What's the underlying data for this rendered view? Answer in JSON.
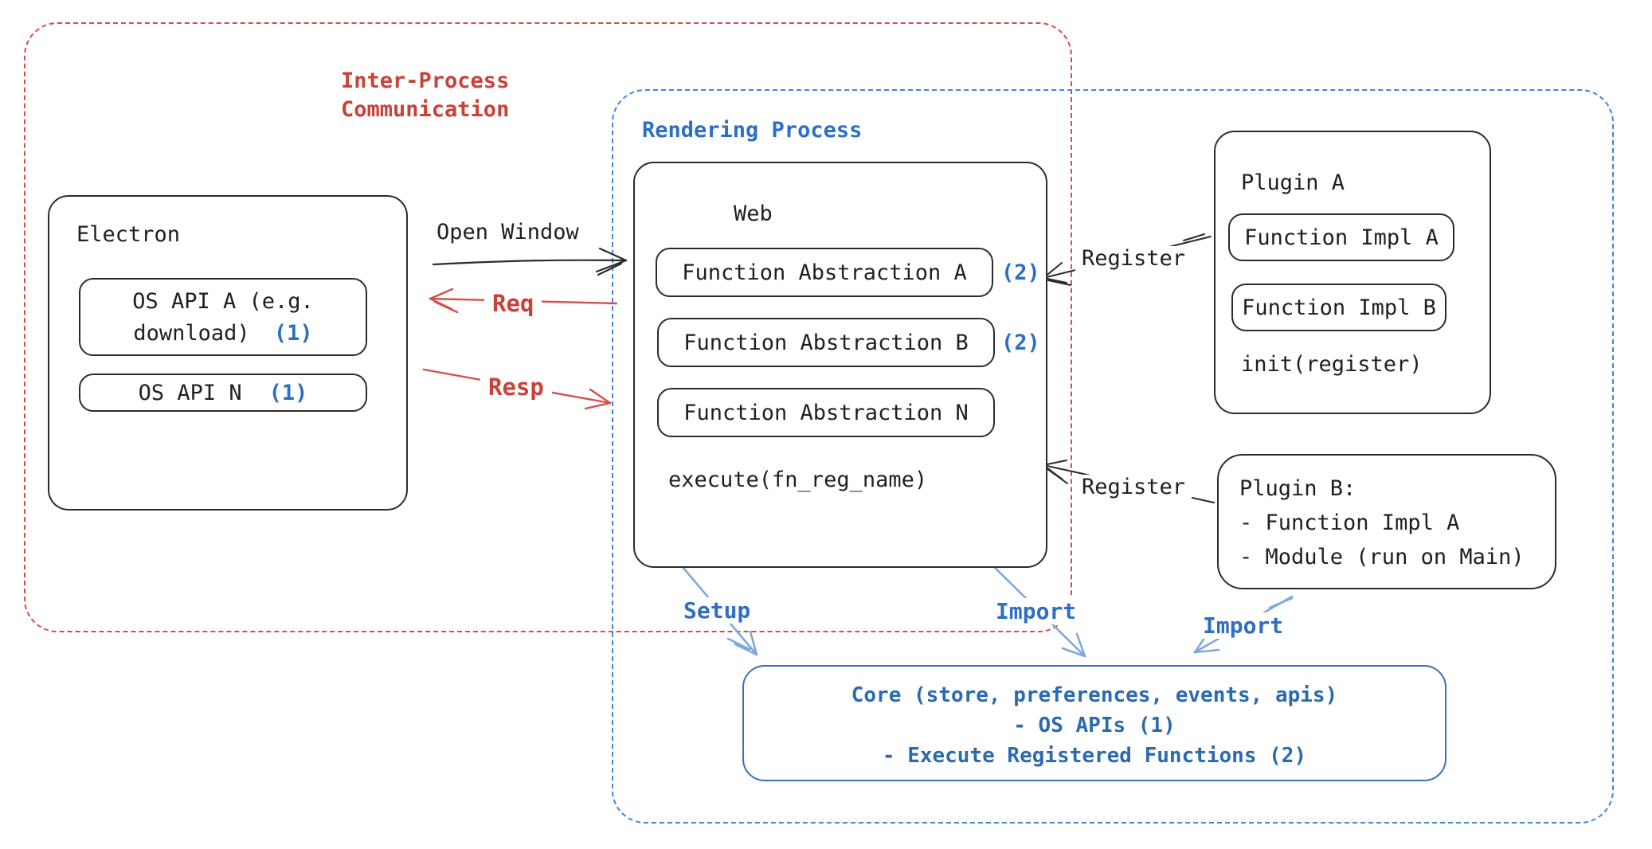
{
  "groups": {
    "ipc": {
      "label": "Inter-Process Communication"
    },
    "rendering": {
      "label": "Rendering Process"
    }
  },
  "electron": {
    "title": "Electron",
    "items": [
      {
        "label": "OS API A (e.g. download)",
        "badge": "(1)"
      },
      {
        "label": "OS API N",
        "badge": "(1)"
      }
    ]
  },
  "web": {
    "title": "Web",
    "items": [
      {
        "label": "Function Abstraction A",
        "badge": "(2)"
      },
      {
        "label": "Function Abstraction B",
        "badge": "(2)"
      },
      {
        "label": "Function Abstraction N",
        "badge": ""
      }
    ],
    "footer": "execute(fn_reg_name)"
  },
  "plugin_a": {
    "title": "Plugin A",
    "items": [
      {
        "label": "Function Impl A"
      },
      {
        "label": "Function Impl B"
      }
    ],
    "footer": "init(register)"
  },
  "plugin_b": {
    "title": "Plugin B:",
    "lines": [
      "- Function Impl A",
      "- Module (run on Main)"
    ]
  },
  "core": {
    "lines": [
      "Core (store, preferences, events, apis)",
      "- OS APIs (1)",
      "- Execute Registered Functions (2)"
    ]
  },
  "arrows": {
    "open_window": {
      "label": "Open Window"
    },
    "req": {
      "label": "Req"
    },
    "resp": {
      "label": "Resp"
    },
    "register_plugin_a": {
      "label": "Register"
    },
    "register_plugin_b": {
      "label": "Register"
    },
    "setup": {
      "label": "Setup"
    },
    "import_web": {
      "label": "Import"
    },
    "import_plugin_b": {
      "label": "Import"
    }
  },
  "colors": {
    "ink": "#1f1f1f",
    "red_text": "#c8423a",
    "red_dash": "#e04a45",
    "blue_text": "#2e6fc3",
    "blue_dash": "#4385d6",
    "light_blue_arrow": "#7fa8e0",
    "core_border": "#3a70b8"
  }
}
